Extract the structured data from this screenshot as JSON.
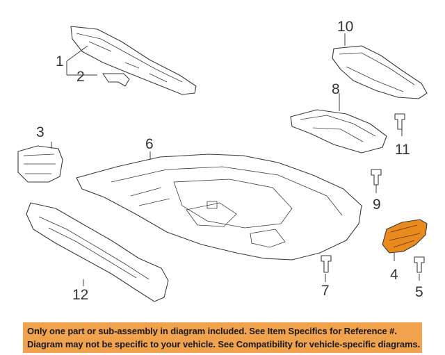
{
  "callouts": {
    "c1": "1",
    "c2": "2",
    "c3": "3",
    "c4": "4",
    "c5": "5",
    "c6": "6",
    "c7": "7",
    "c8": "8",
    "c9": "9",
    "c10": "10",
    "c11": "11",
    "c12": "12"
  },
  "notice": {
    "line1": "Only one part or sub-assembly in diagram included. See Item Specifics for Reference #.",
    "line2": "Diagram may not be specific to your vehicle. See Compatibility for vehicle-specific diagrams."
  },
  "colors": {
    "highlight_part": "#e98a1c",
    "notice_background": "#f0a24d",
    "line_art": "#3a3a3a"
  }
}
